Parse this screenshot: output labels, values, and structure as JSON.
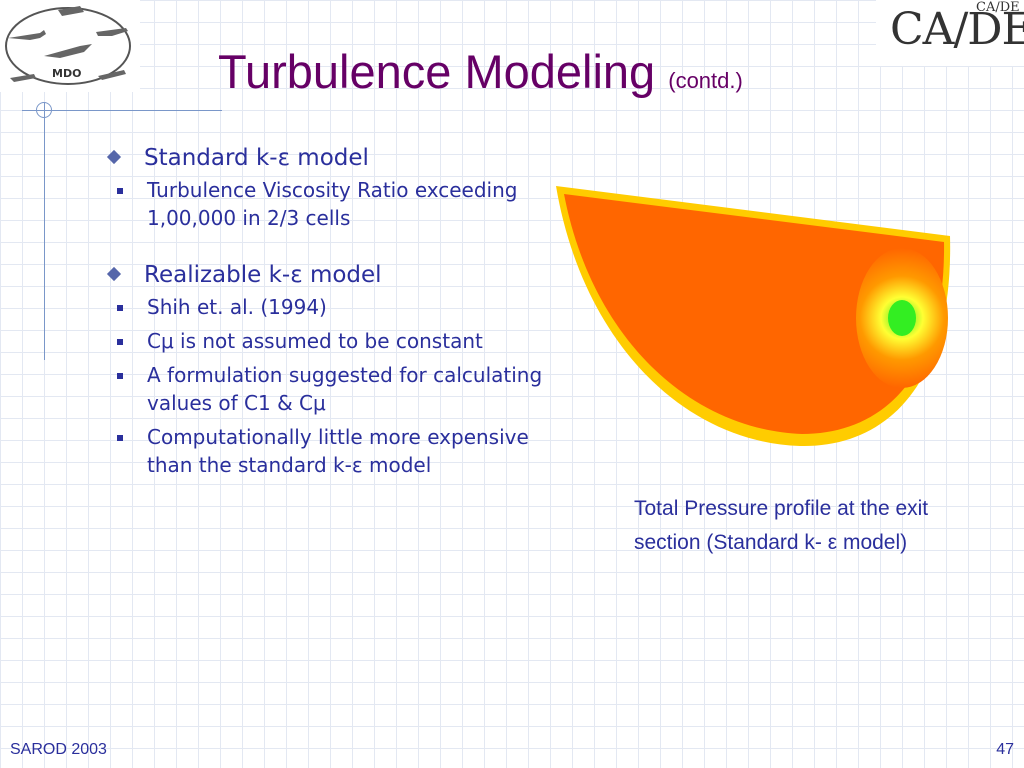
{
  "logo_left": {
    "text": "MDO"
  },
  "logo_right": {
    "main": "CA/DE",
    "small": "CA/DE"
  },
  "title": {
    "main": "Turbulence Modeling",
    "sub": "(contd.)"
  },
  "bullets": [
    {
      "text": "Standard k-ε model",
      "items": [
        "Turbulence Viscosity Ratio exceeding 1,00,000 in 2/3 cells"
      ]
    },
    {
      "text": "Realizable k-ε model",
      "items": [
        "Shih et. al. (1994)",
        "Cμ is not assumed to be constant",
        "A formulation suggested for calculating values of C1 & Cμ",
        "Computationally little more expensive than the standard k-ε model"
      ]
    }
  ],
  "figure": {
    "colors": {
      "outer": "#ff6600",
      "rim": "#ffcc00",
      "orange_light": "#ff9900",
      "yellow": "#ffff33",
      "green": "#33ee22"
    }
  },
  "caption": "Total Pressure profile at the exit section (Standard k- ε model)",
  "footer": {
    "left": "SAROD 2003",
    "page": "47"
  }
}
